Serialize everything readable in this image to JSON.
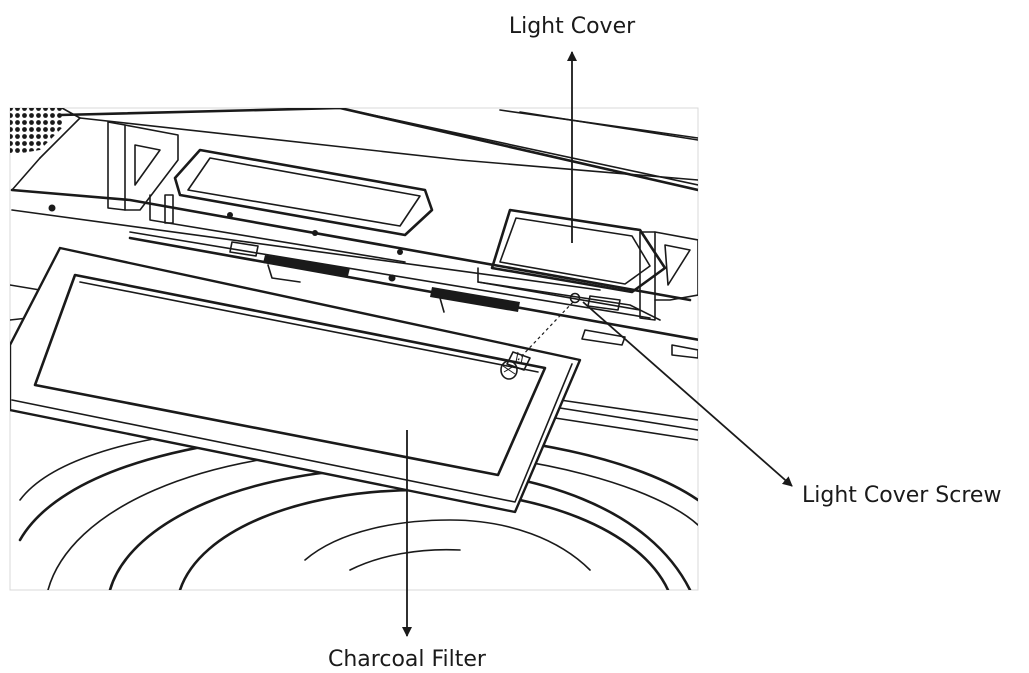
{
  "labels": {
    "light_cover": "Light Cover",
    "light_cover_screw": "Light Cover Screw",
    "charcoal_filter": "Charcoal Filter"
  },
  "colors": {
    "line": "#1a1a1a",
    "frame": "#d9d9d9",
    "background": "#ffffff"
  }
}
